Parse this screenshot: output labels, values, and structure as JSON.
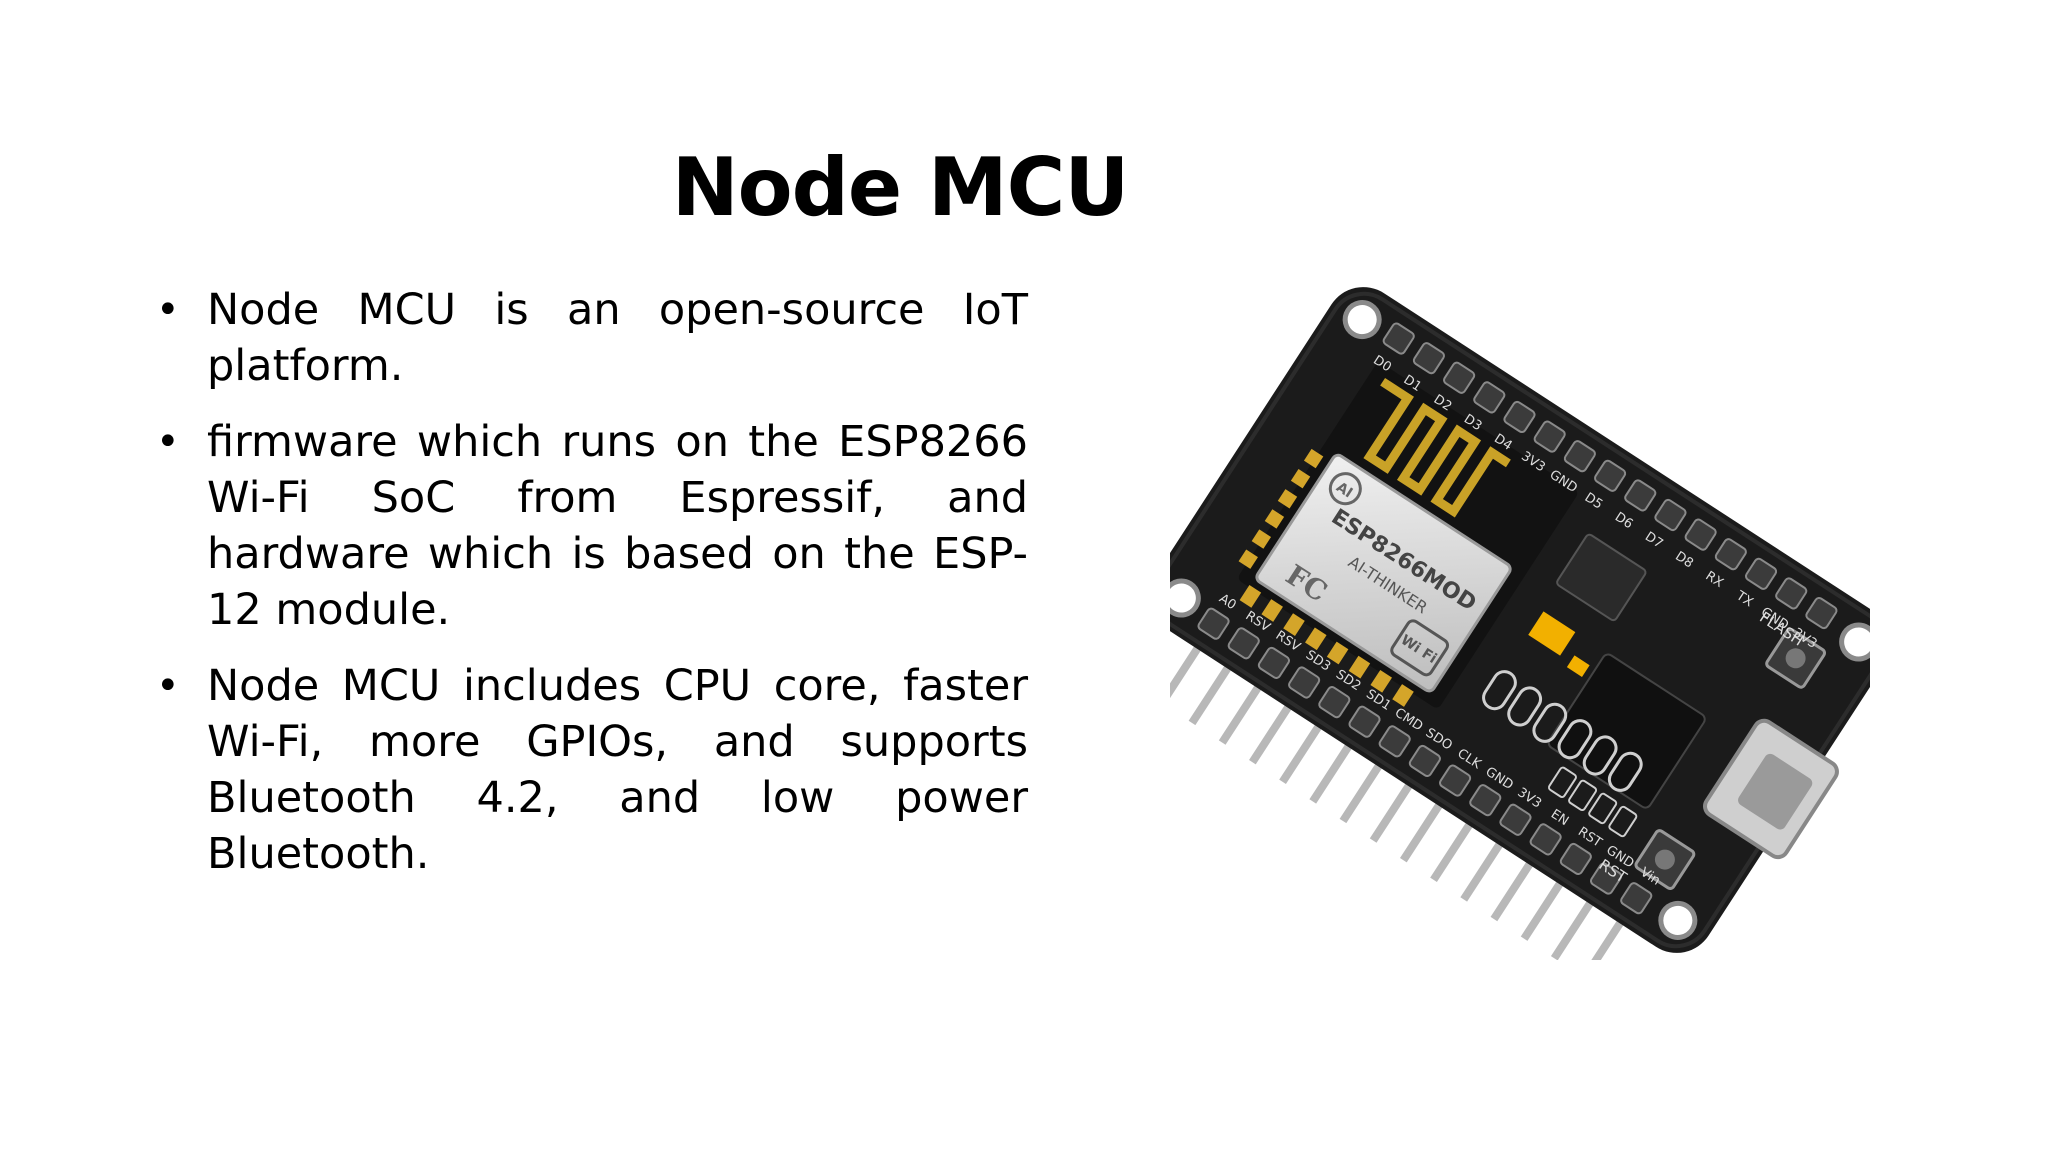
{
  "slide": {
    "title": "Node MCU",
    "bullets": [
      "Node MCU is an open-source IoT platform.",
      "firmware which runs on the ESP8266 Wi-Fi SoC from Espressif, and hardware which is based on the ESP-12 module.",
      "Node MCU includes CPU core, faster Wi-Fi, more GPIOs, and supports Bluetooth 4.2, and low power Bluetooth."
    ],
    "bullet_glyph": "•"
  },
  "board_photo": {
    "module_label": "ESP8266MOD",
    "module_vendor": "AI-THINKER",
    "wifi_logo": "Wi Fi",
    "fcc_logo": "FC",
    "ai_logo": "AI",
    "top_pins": [
      "D0",
      "D1",
      "D2",
      "D3",
      "D4",
      "3V3",
      "GND",
      "D5",
      "D6",
      "D7",
      "D8",
      "RX",
      "TX",
      "GND",
      "3V3"
    ],
    "bottom_pins": [
      "A0",
      "RSV",
      "RSV",
      "SD3",
      "SD2",
      "SD1",
      "CMD",
      "SDO",
      "CLK",
      "GND",
      "3V3",
      "EN",
      "RST",
      "GND",
      "Vin"
    ],
    "flash_label": "FLASH",
    "rst_label": "RST",
    "colors": {
      "pcb": "#1b1b1b",
      "antenna": "#c9a227",
      "shield": "#d9d9d9",
      "pins": "#b8b8b8",
      "gold": "#d4a52a",
      "capacitor": "#f2b000"
    }
  }
}
